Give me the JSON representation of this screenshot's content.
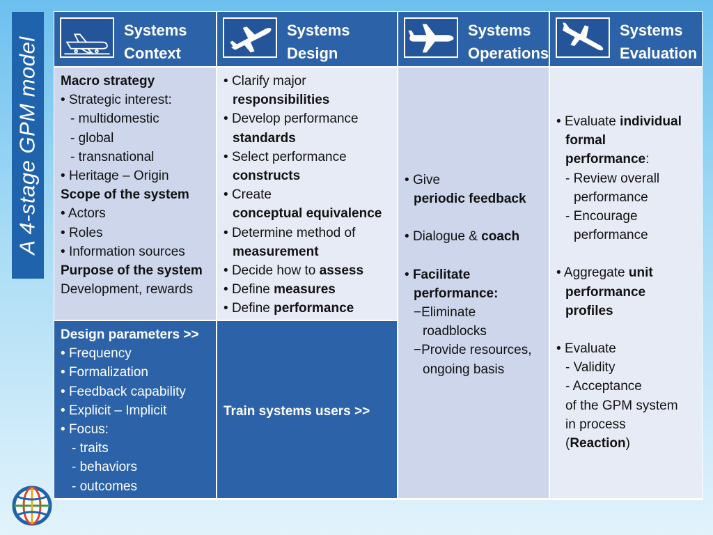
{
  "side_title": "A 4-stage GPM model",
  "headers": [
    {
      "line1": "Systems",
      "line2": "Context",
      "icon": "airplane-on-ground-icon"
    },
    {
      "line1": "Systems",
      "line2": "Design",
      "icon": "airplane-takeoff-icon"
    },
    {
      "line1": "Systems",
      "line2": "Operations",
      "icon": "airplane-flying-icon"
    },
    {
      "line1": "Systems",
      "line2": "Evaluation",
      "icon": "airplane-landing-icon"
    }
  ],
  "context": {
    "macro_strategy": "Macro strategy",
    "strategic_interest": "Strategic interest:",
    "multidomestic": "- multidomestic",
    "global": "- global",
    "transnational": "- transnational",
    "heritage": "Heritage – Origin",
    "scope": "Scope of the system",
    "actors": "Actors",
    "roles": "Roles",
    "info_sources": "Information sources",
    "purpose": "Purpose of the system",
    "development": "Development, rewards"
  },
  "design": {
    "i1a": "Clarify major",
    "i1b": "responsibilities",
    "i2a": "Develop performance",
    "i2b": "standards",
    "i3a": "Select performance",
    "i3b": "constructs",
    "i4a": "Create",
    "i4b": "conceptual equivalence",
    "i5a": "Determine method of",
    "i5b": "measurement",
    "i6a": "Decide how to ",
    "i6b": "assess",
    "i7a": "Define ",
    "i7b": "measures",
    "i8a": "Define ",
    "i8b": "performance"
  },
  "design_params": {
    "title": "Design parameters  >>",
    "frequency": "Frequency",
    "formalization": "Formalization",
    "feedback": "Feedback capability",
    "explicit": "Explicit – Implicit",
    "focus": "Focus:",
    "traits": "- traits",
    "behaviors": "- behaviors",
    "outcomes": "- outcomes"
  },
  "train": "Train systems users  >>",
  "operations": {
    "give": "Give",
    "periodic": "periodic feedback",
    "dialogue": "Dialogue & ",
    "coach": "coach",
    "facilitate": "Facilitate",
    "performance": "performance:",
    "elim1": "−Eliminate",
    "elim2": "roadblocks",
    "prov1": "−Provide resources,",
    "prov2": "ongoing basis"
  },
  "evaluation": {
    "e1a": "Evaluate ",
    "e1b": "individual",
    "e1c": "formal",
    "e1d": "performance",
    "e1e": ":",
    "review1": "- Review overall",
    "review2": "performance",
    "enc1": "- Encourage",
    "enc2": "performance",
    "agg_a": "Aggregate ",
    "agg_b": "unit",
    "agg_c": "performance",
    "agg_d": "profiles",
    "evaluate": "Evaluate",
    "validity": "- Validity",
    "acceptance": "- Acceptance",
    "of_gpm": "of the GPM system",
    "in_process": "in process",
    "paren_open": "(",
    "reaction": "Reaction",
    "paren_close": ")"
  }
}
